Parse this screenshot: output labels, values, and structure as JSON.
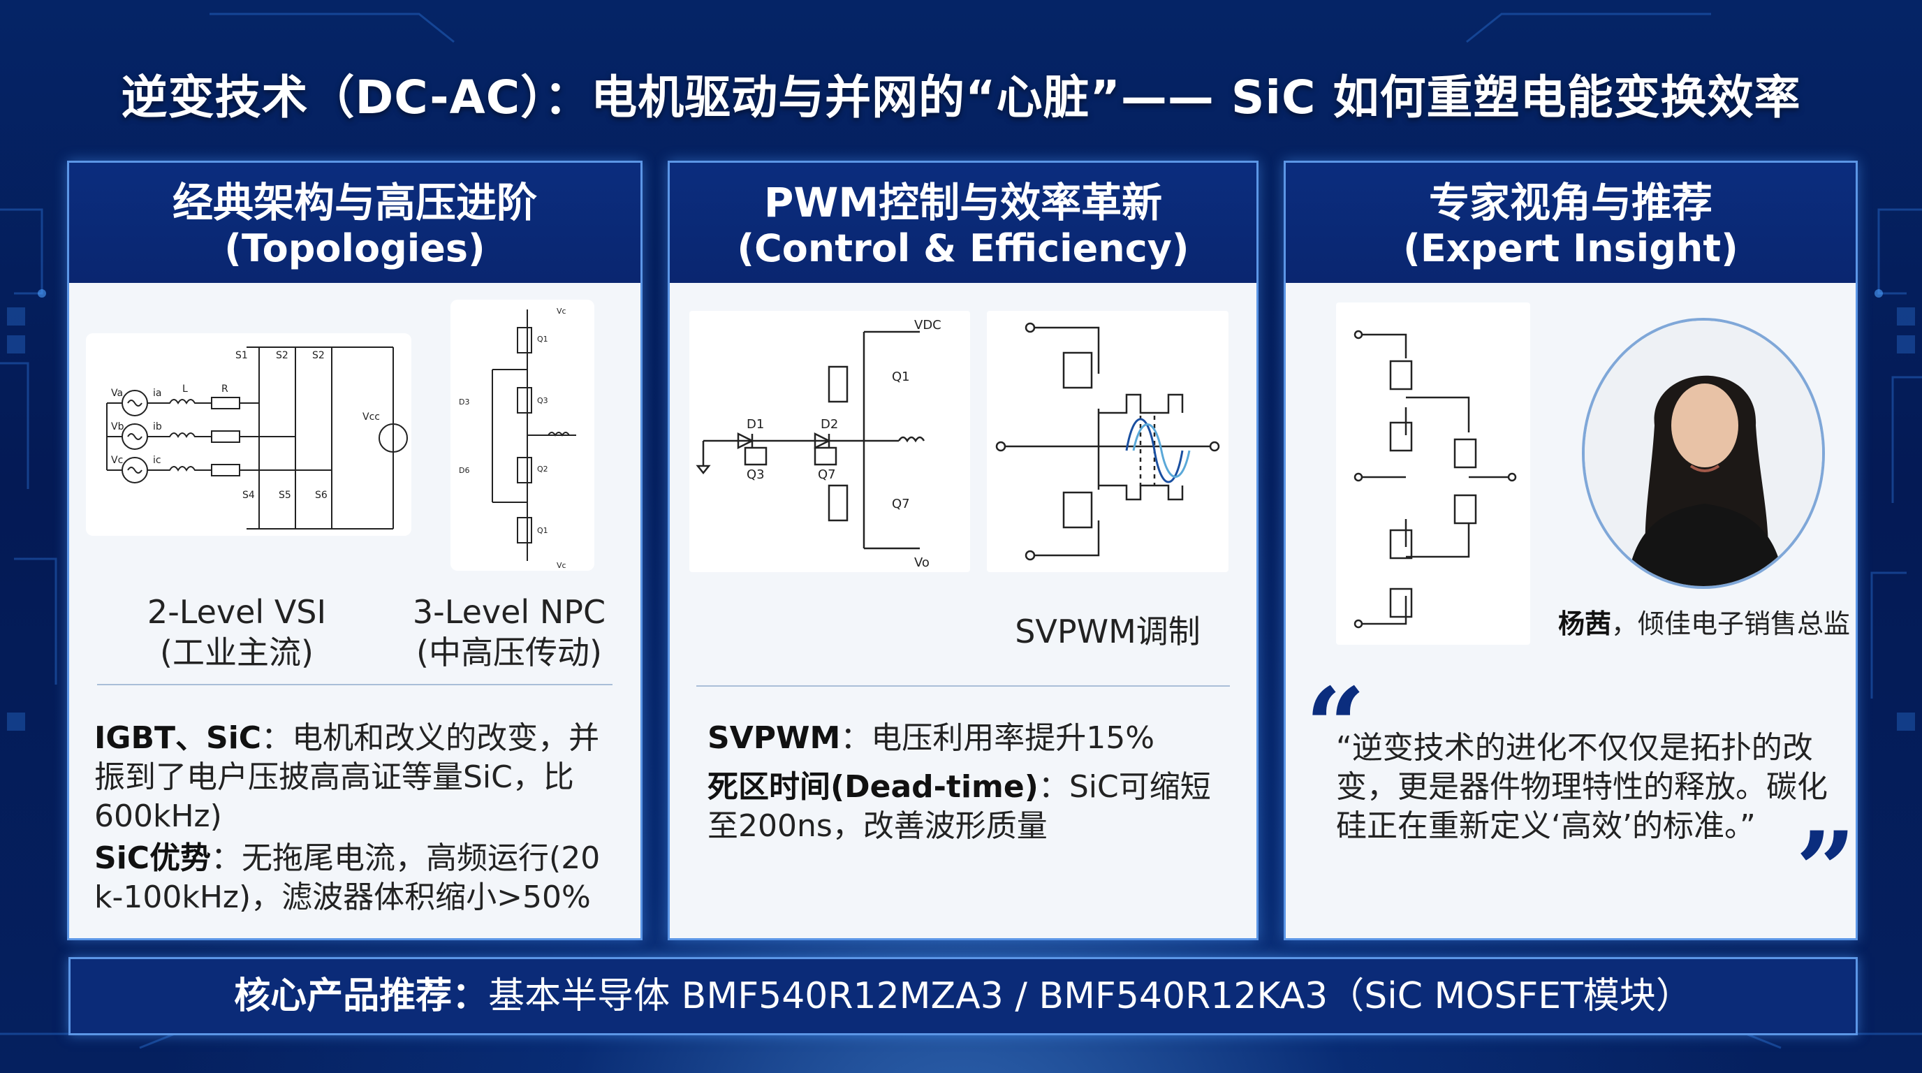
{
  "title": "逆变技术（DC-AC）：电机驱动与并网的“心脏”—— SiC 如何重塑电能变换效率",
  "panels": [
    {
      "head_cn": "经典架构与高压进阶",
      "head_en": "(Topologies)",
      "captions": [
        {
          "line1": "2-Level VSI",
          "line2": "(工业主流)"
        },
        {
          "line1": "3-Level NPC",
          "line2": "(中高压传动)"
        }
      ],
      "diagram1_labels": {
        "va": "Va",
        "vb": "Vb",
        "vc": "Vc",
        "ia": "ia",
        "ib": "ib",
        "ic": "ic",
        "l": "L",
        "r": "R",
        "s1": "S1",
        "s2": "S2",
        "s3": "S2",
        "s4": "S4",
        "s5": "S5",
        "s6": "S6",
        "vcc": "Vcc"
      },
      "diagram2_labels": {
        "vc_top": "Vc",
        "vc_bot": "Vc",
        "q1": "Q1",
        "q3": "Q3",
        "q2": "Q2",
        "q1b": "Q1",
        "d3": "D3",
        "d6": "D6"
      },
      "para1_bold": "IGBT、SiC",
      "para1_rest": "：电机和改义的改变，并振到了电户压披高高证等量SiC，比600kHz)",
      "para2_bold": "SiC优势",
      "para2_rest": "：无拖尾电流，高频运行(20 k-100kHz)，滤波器体积缩小>50%"
    },
    {
      "head_cn": "PWM控制与效率革新",
      "head_en": "(Control & Efficiency)",
      "diagram1_labels": {
        "vdc": "VDC",
        "vo": "Vo",
        "q1": "Q1",
        "q7": "Q7",
        "d1": "D1",
        "d2": "D2",
        "q3": "Q3",
        "q7b": "Q7"
      },
      "caption": "SVPWM调制",
      "para1_bold": "SVPWM",
      "para1_rest": "：电压利用率提升15%",
      "para2_bold": "死区时间(Dead-time)",
      "para2_rest": "：SiC可缩短至200ns，改善波形质量"
    },
    {
      "head_cn": "专家视角与推荐",
      "head_en": "(Expert Insight)",
      "person_name": "杨茜",
      "person_title": "，倾佳电子销售总监",
      "quote": "“逆变技术的进化不仅仅是拓扑的改变，更是器件物理特性的释放。碳化硅正在重新定义‘高效’的标准。”",
      "open_quote": "“",
      "close_quote": "”"
    }
  ],
  "bottom_bold": "核心产品推荐：",
  "bottom_rest": "基本半导体 BMF540R12MZA3 / BMF540R12KA3（SiC MOSFET模块）",
  "colors": {
    "navy": "#0b2d7e",
    "panel_border": "#5c96e6",
    "panel_bg": "#f3f6fa"
  }
}
